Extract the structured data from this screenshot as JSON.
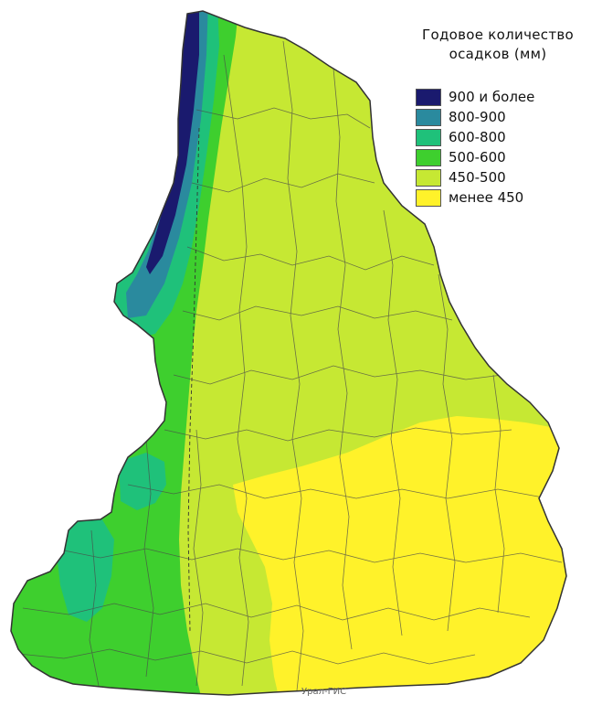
{
  "legend": {
    "title_line1": "Годовое количество",
    "title_line2": "осадков (мм)",
    "items": [
      {
        "label": "900 и более",
        "color": "#1a1a6e"
      },
      {
        "label": "800-900",
        "color": "#2a8a9e"
      },
      {
        "label": "600-800",
        "color": "#1fc17a"
      },
      {
        "label": "500-600",
        "color": "#3ecf2e"
      },
      {
        "label": "450-500",
        "color": "#c6e833"
      },
      {
        "label": "менее 450",
        "color": "#fff22a"
      }
    ]
  },
  "colors": {
    "background": "#ffffff",
    "border": "#333333",
    "district_lines": "#4a4a4a"
  },
  "credit": "Урал-ГИС"
}
